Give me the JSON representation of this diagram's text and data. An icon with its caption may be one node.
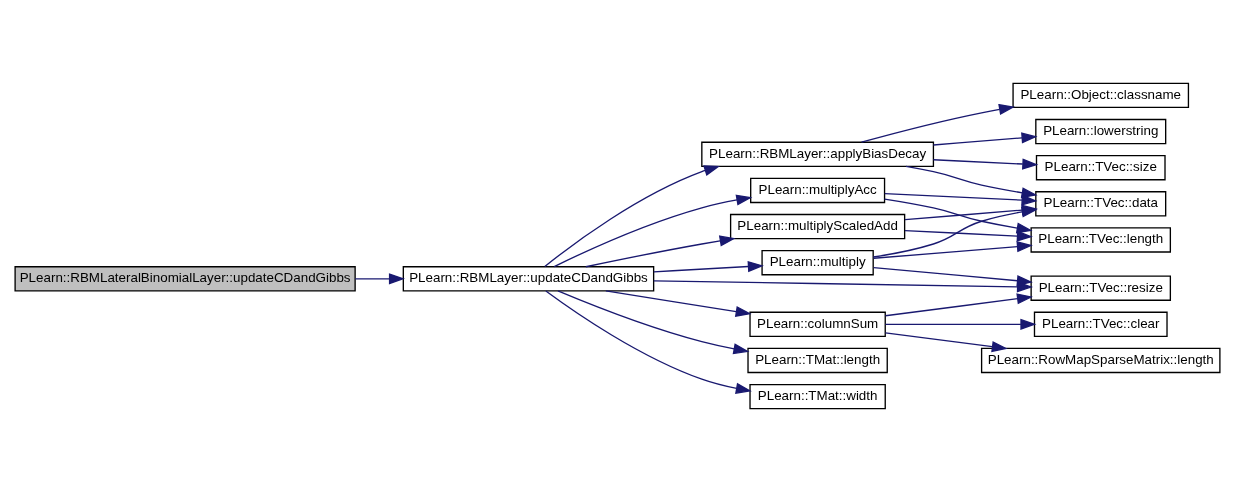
{
  "diagram": {
    "nodes": [
      {
        "text": [
          "PLearn::RBMLateralBinomialLayer::updateCDandGibbs"
        ]
      },
      {
        "text": [
          "PLearn::RBMLayer::updateCDandGibbs"
        ]
      },
      {
        "text": [
          "PLearn::RBMLayer::applyBiasDecay"
        ]
      },
      {
        "text": [
          "PLearn::multiplyAcc"
        ]
      },
      {
        "text": [
          "PLearn::multiplyScaledAdd"
        ]
      },
      {
        "text": [
          "PLearn::multiply"
        ]
      },
      {
        "text": [
          "PLearn::columnSum"
        ]
      },
      {
        "text": [
          "PLearn::TMat::length"
        ]
      },
      {
        "text": [
          "PLearn::TMat::width"
        ]
      },
      {
        "text": [
          "PLearn::Object::classname"
        ]
      },
      {
        "text": [
          "PLearn::lowerstring"
        ]
      },
      {
        "text": [
          "PLearn::TVec::size"
        ]
      },
      {
        "text": [
          "PLearn::TVec::data"
        ]
      },
      {
        "text": [
          "PLearn::TVec::length"
        ]
      },
      {
        "text": [
          "PLearn::TVec::resize"
        ]
      },
      {
        "text": [
          "PLearn::TVec::clear"
        ]
      },
      {
        "text": [
          "PLearn::RowMapSparseMatrix::length"
        ]
      }
    ],
    "edges": [
      {
        "from": 0,
        "to": 1,
        "arrow": "to"
      },
      {
        "from": 1,
        "to": 2,
        "arrow": "to"
      },
      {
        "from": 1,
        "to": 3,
        "arrow": "to"
      },
      {
        "from": 1,
        "to": 4,
        "arrow": "to"
      },
      {
        "from": 1,
        "to": 5,
        "arrow": "to"
      },
      {
        "from": 1,
        "to": 14,
        "arrow": "to"
      },
      {
        "from": 1,
        "to": 6,
        "arrow": "to"
      },
      {
        "from": 1,
        "to": 7,
        "arrow": "to"
      },
      {
        "from": 1,
        "to": 8,
        "arrow": "to"
      },
      {
        "from": 2,
        "to": 9,
        "arrow": "to"
      },
      {
        "from": 2,
        "to": 10,
        "arrow": "to"
      },
      {
        "from": 2,
        "to": 11,
        "arrow": "to"
      },
      {
        "from": 2,
        "to": 12,
        "arrow": "to"
      },
      {
        "from": 3,
        "to": 12,
        "arrow": "to"
      },
      {
        "from": 3,
        "to": 13,
        "arrow": "to"
      },
      {
        "from": 4,
        "to": 12,
        "arrow": "to"
      },
      {
        "from": 4,
        "to": 13,
        "arrow": "to"
      },
      {
        "from": 5,
        "to": 12,
        "arrow": "to"
      },
      {
        "from": 5,
        "to": 13,
        "arrow": "to"
      },
      {
        "from": 5,
        "to": 14,
        "arrow": "to"
      },
      {
        "from": 6,
        "to": 14,
        "arrow": "to"
      },
      {
        "from": 6,
        "to": 15,
        "arrow": "to"
      },
      {
        "from": 6,
        "to": 16,
        "arrow": "to"
      }
    ]
  }
}
